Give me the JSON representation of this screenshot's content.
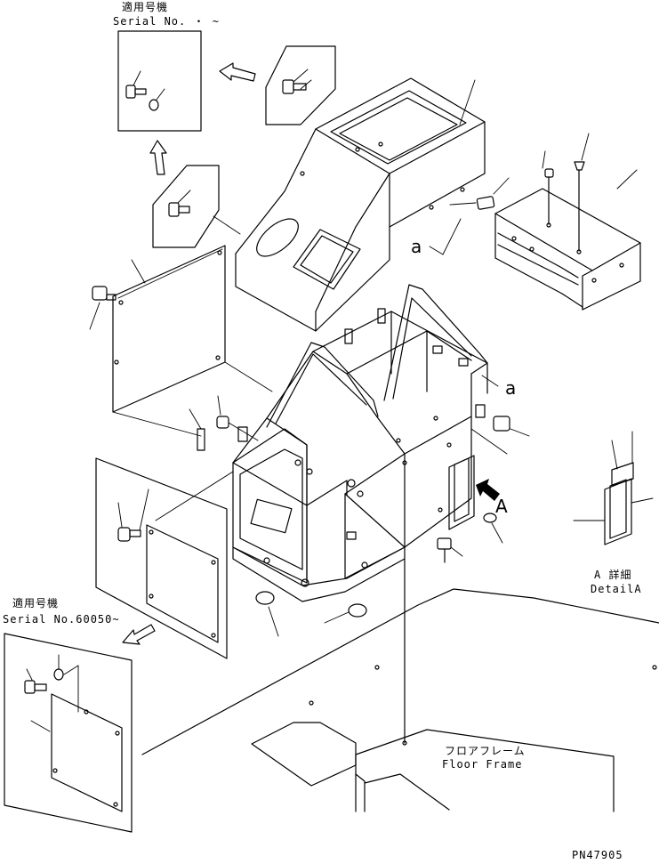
{
  "labels": {
    "tekiyo_top": "適用号機",
    "serial_top": "Serial No.  ・  ~",
    "tekiyo_left": "適用号機",
    "serial_left": "Serial No.60050~",
    "detail_jp": "A 詳細",
    "detail_en": "DetailA",
    "floor_jp": "フロアフレーム",
    "floor_en": "Floor Frame",
    "marker_a1": "a",
    "marker_a2": "a",
    "marker_A": "A",
    "drawing_no": "PN47905"
  }
}
